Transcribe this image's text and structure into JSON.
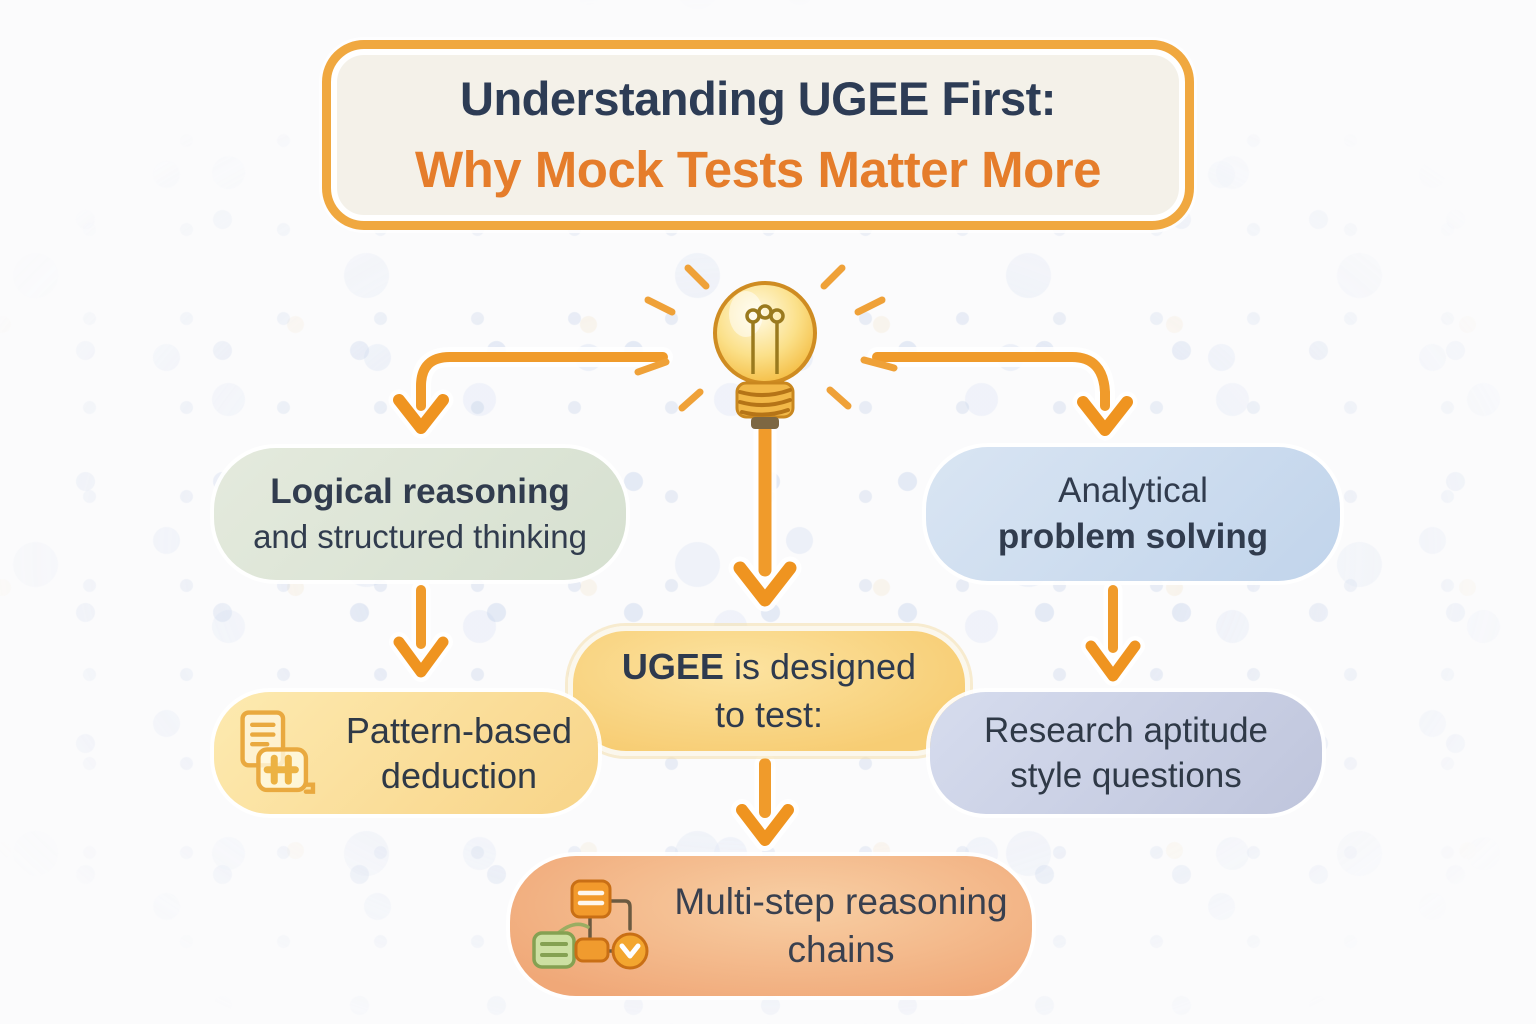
{
  "title": {
    "line1": "Understanding UGEE First:",
    "line2": "Why Mock Tests Matter More"
  },
  "nodes": {
    "logical": {
      "line1": "Logical reasoning",
      "line2": "and structured thinking"
    },
    "analytical": {
      "line1": "Analytical",
      "line2": "problem solving"
    },
    "ugee": {
      "bold": "UGEE",
      "line1_rest": " is designed",
      "line2": "to test:"
    },
    "pattern": {
      "line1": "Pattern-based",
      "line2": "deduction"
    },
    "research": {
      "line1": "Research aptitude",
      "line2": "style questions"
    },
    "multistep": {
      "line1": "Multi-step reasoning",
      "line2": "chains"
    }
  },
  "icons": {
    "center": "lightbulb-icon",
    "pattern": "document-hash-icon",
    "multistep": "flowchart-check-icon"
  },
  "colors": {
    "title_text_primary": "#2d3c55",
    "title_text_accent": "#e57d2b",
    "title_border": "#f0a840",
    "arrow": "#f09b2b",
    "logical_bg": "#dce4d5",
    "analytical_bg": "#cbdaee",
    "ugee_bg": "#f8cf78",
    "pattern_bg": "#fadf9c",
    "research_bg": "#cbd1e5",
    "multistep_bg": "#f3b283",
    "body_text": "#313c4e"
  }
}
